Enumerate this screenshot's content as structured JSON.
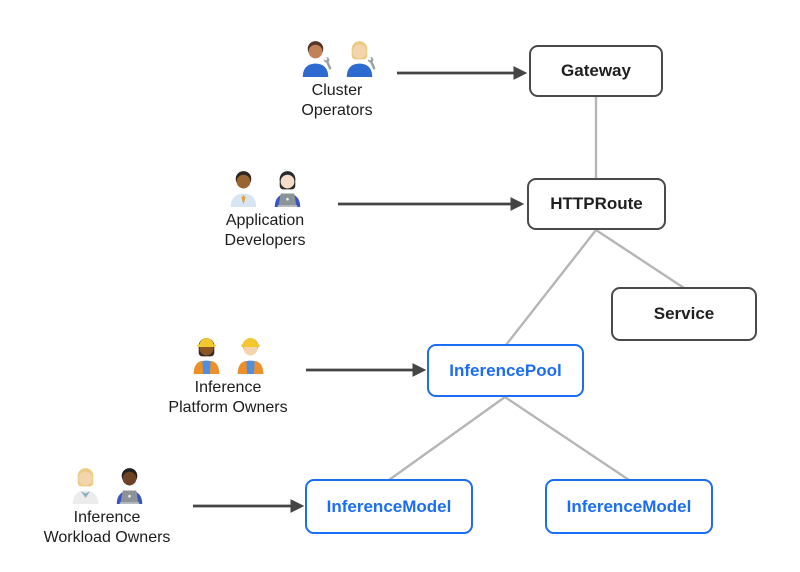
{
  "colors": {
    "background": "#ffffff",
    "node_border_dark": "#4a4a4a",
    "node_text_dark": "#1f1f1f",
    "accent_blue": "#1b6ef3",
    "connector_gray": "#b6b6b6",
    "arrow_dark": "#454545"
  },
  "nodes": {
    "gateway": {
      "label": "Gateway",
      "variant": "dark"
    },
    "httproute": {
      "label": "HTTPRoute",
      "variant": "dark"
    },
    "service": {
      "label": "Service",
      "variant": "dark"
    },
    "inferencepool": {
      "label": "InferencePool",
      "variant": "blue"
    },
    "inferencemodel_1": {
      "label": "InferenceModel",
      "variant": "blue"
    },
    "inferencemodel_2": {
      "label": "InferenceModel",
      "variant": "blue"
    }
  },
  "personas": {
    "cluster_operators": {
      "line1": "Cluster",
      "line2": "Operators",
      "icon": "man-mechanic-emoji + woman-mechanic-emoji",
      "people": [
        {
          "skin": "#c08256",
          "hair": "#54362a",
          "shirt": "#2e6bd0",
          "wrench": true
        },
        {
          "skin": "#f4d4ac",
          "hair": "#e9cb82",
          "shirt": "#2e6bd0",
          "wrench": true,
          "long": true
        }
      ]
    },
    "application_developers": {
      "line1": "Application",
      "line2": "Developers",
      "icon": "man-office-worker-emoji + woman-technologist-emoji",
      "people": [
        {
          "skin": "#9c6430",
          "hair": "#2e2621",
          "shirt": "#d8e6f4",
          "tie": "#e9a33c"
        },
        {
          "skin": "#f6ddc8",
          "hair": "#2a2a2e",
          "shirt": "#3b55c4",
          "laptop": true,
          "long": true
        }
      ]
    },
    "inference_platform_owners": {
      "line1": "Inference",
      "line2": "Platform Owners",
      "icon": "woman-construction-worker-emoji + man-construction-worker-emoji",
      "people": [
        {
          "skin": "#8a5626",
          "hair": "#342a24",
          "shirt": "#4d8fe0",
          "hat": "#f3c72e",
          "vest": "#ef8f2a",
          "long": true
        },
        {
          "skin": "#f4d4ac",
          "hair": "#c9a05a",
          "shirt": "#4d8fe0",
          "hat": "#f3c72e",
          "vest": "#ef8f2a"
        }
      ]
    },
    "inference_workload_owners": {
      "line1": "Inference",
      "line2": "Workload Owners",
      "icon": "health-worker-emoji + man-technologist-emoji",
      "people": [
        {
          "skin": "#f4d4ac",
          "hair": "#e9cb82",
          "shirt": "#ececec",
          "vneck": "#8fb0bd",
          "long": true
        },
        {
          "skin": "#6e4326",
          "hair": "#20201f",
          "shirt": "#3b55c4",
          "laptop": true
        }
      ]
    }
  },
  "edges": [
    {
      "from": "gateway",
      "to": "httproute",
      "style": "line"
    },
    {
      "from": "httproute",
      "to": "inferencepool",
      "style": "line"
    },
    {
      "from": "httproute",
      "to": "service",
      "style": "line"
    },
    {
      "from": "inferencepool",
      "to": "inferencemodel_1",
      "style": "line"
    },
    {
      "from": "inferencepool",
      "to": "inferencemodel_2",
      "style": "line"
    },
    {
      "from": "cluster_operators",
      "to": "gateway",
      "style": "arrow"
    },
    {
      "from": "application_developers",
      "to": "httproute",
      "style": "arrow"
    },
    {
      "from": "inference_platform_owners",
      "to": "inferencepool",
      "style": "arrow"
    },
    {
      "from": "inference_workload_owners",
      "to": "inferencemodel_1",
      "style": "arrow"
    }
  ]
}
